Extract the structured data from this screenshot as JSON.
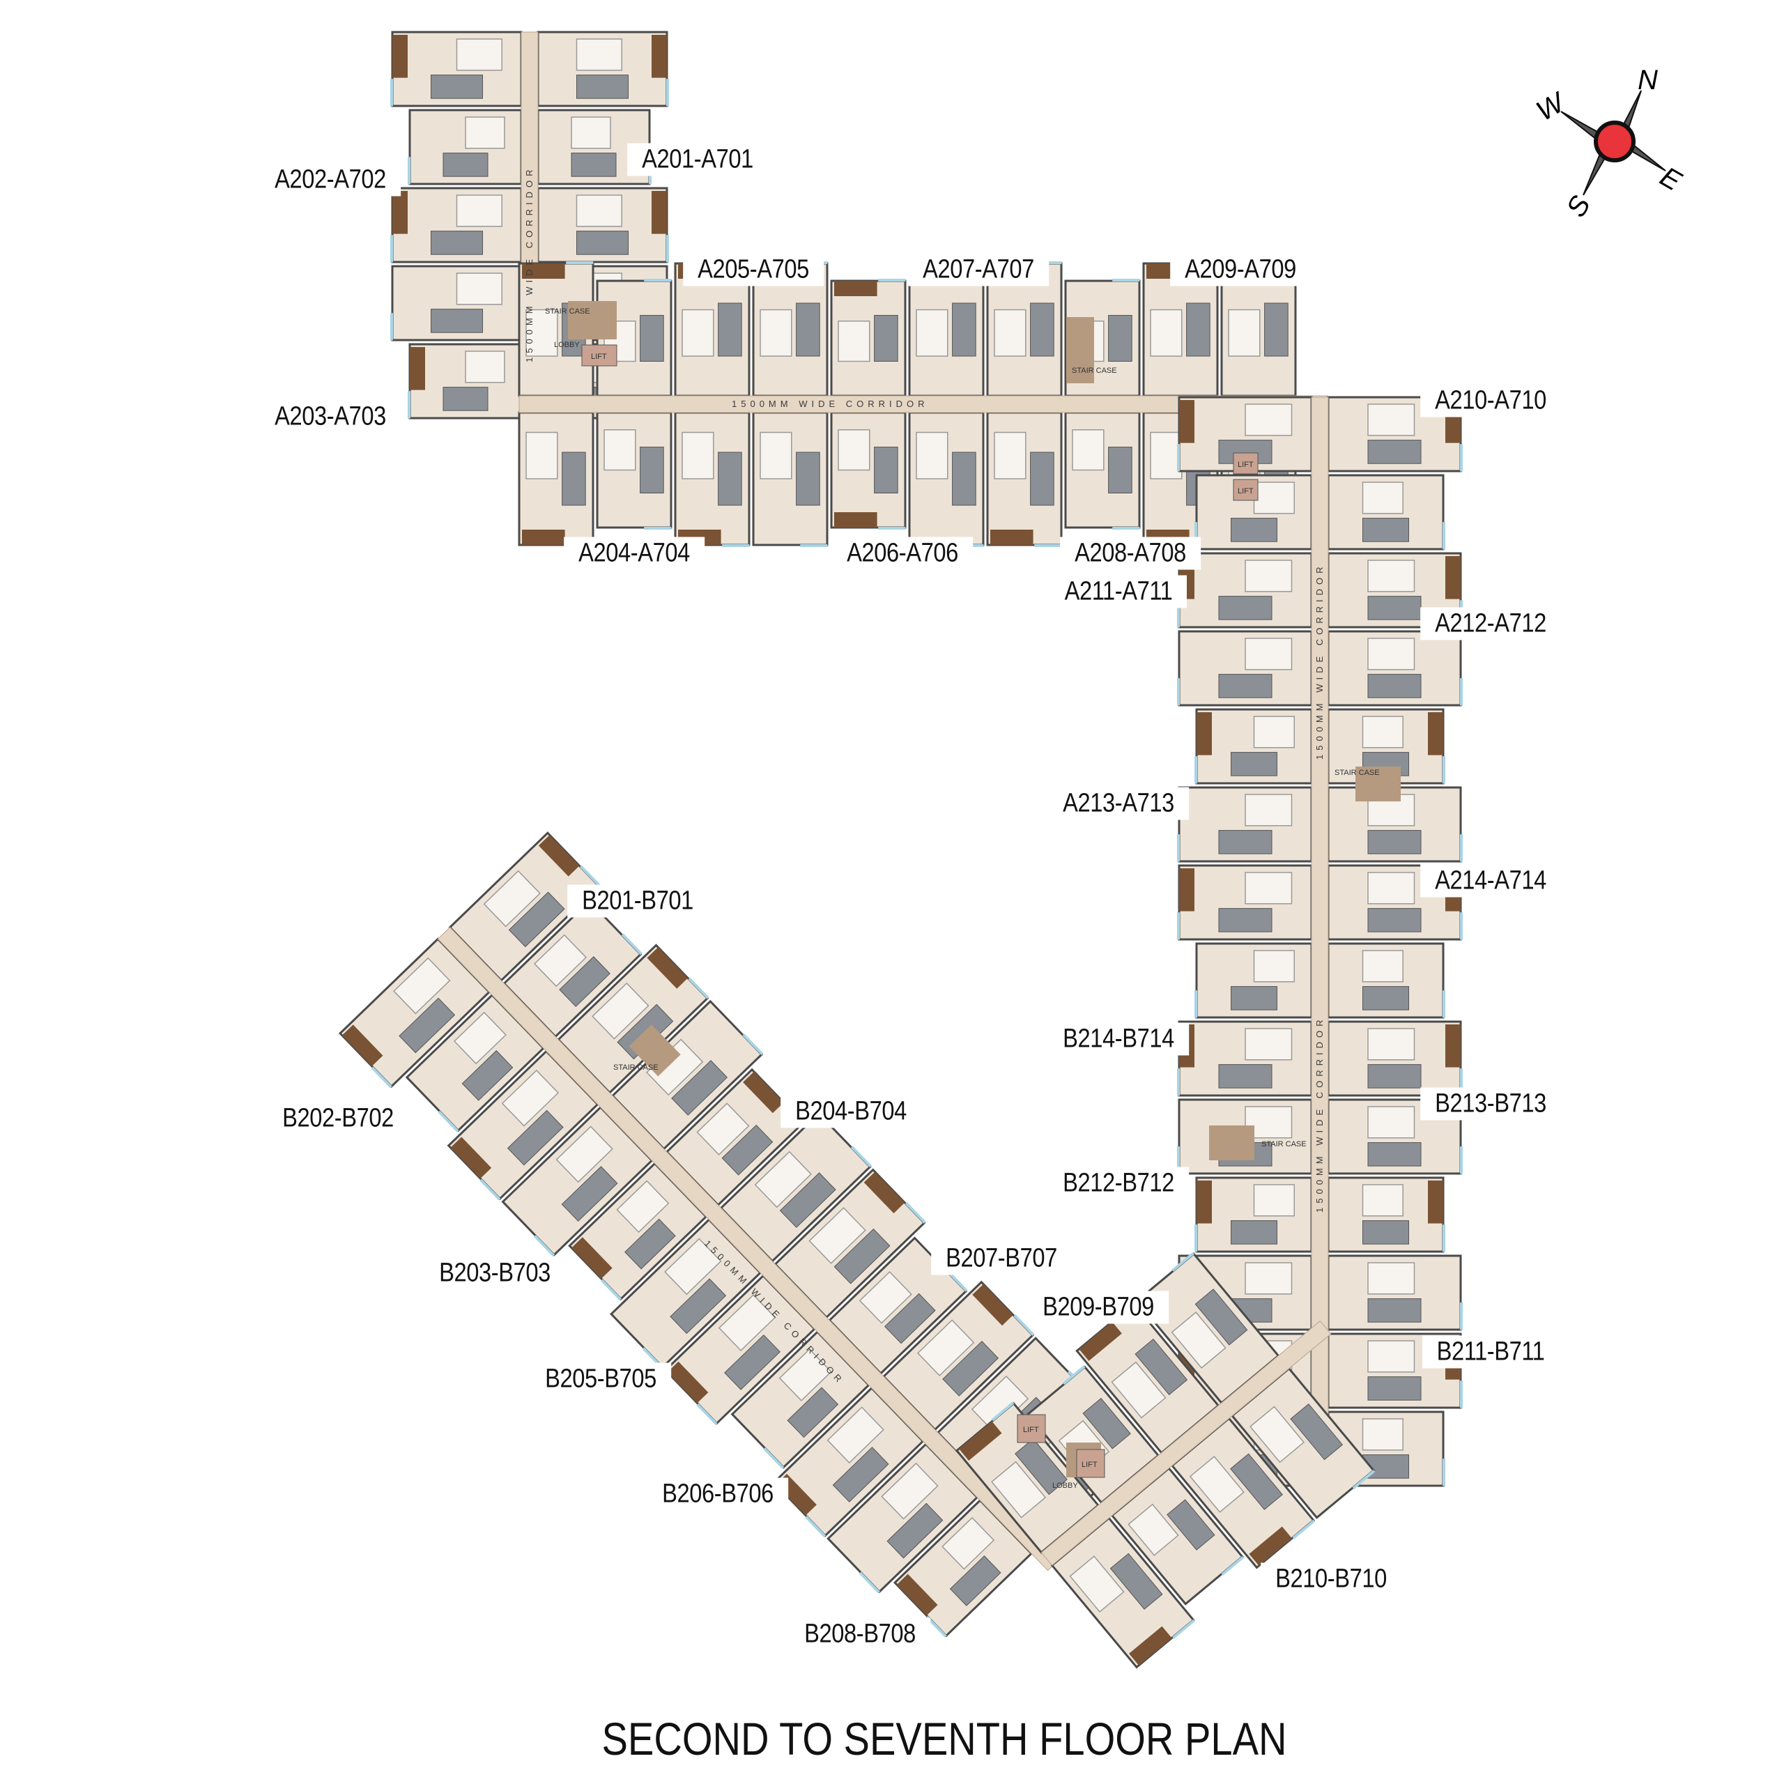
{
  "title": "SECOND TO SEVENTH FLOOR PLAN",
  "compass": {
    "n": "N",
    "s": "S",
    "e": "E",
    "w": "W",
    "center_color": "#e8343a"
  },
  "corridor_label": "1500MM WIDE CORRIDOR",
  "core_labels": {
    "stair": "STAIR CASE",
    "lobby": "LOBBY",
    "lift": "LIFT"
  },
  "colors": {
    "floor": "#ece3d6",
    "corridor": "#e6d6c4",
    "balcony": "#7a5334",
    "wall": "#4a4a4a",
    "glass": "#a9d4e6"
  },
  "unit_labels": [
    "A202-A702",
    "A201-A701",
    "A205-A705",
    "A207-A707",
    "A209-A709",
    "A210-A710",
    "A203-A703",
    "A204-A704",
    "A206-A706",
    "A208-A708",
    "A211-A711",
    "A212-A712",
    "A213-A713",
    "A214-A714",
    "B201-B701",
    "B214-B714",
    "B213-B713",
    "B204-B704",
    "B202-B702",
    "B212-B712",
    "B207-B707",
    "B203-B703",
    "B209-B709",
    "B211-B711",
    "B205-B705",
    "B206-B706",
    "B210-B710",
    "B208-B708"
  ]
}
